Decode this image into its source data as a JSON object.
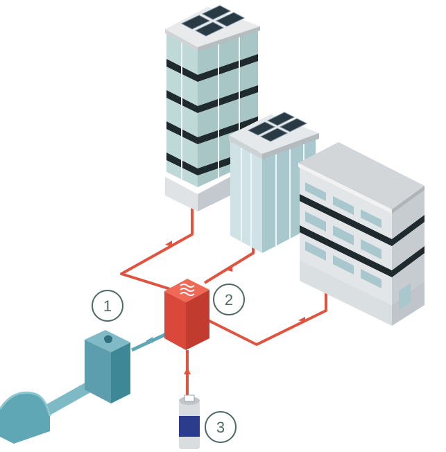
{
  "labels": {
    "one": "1",
    "two": "2",
    "three": "3"
  },
  "colors": {
    "pipe_red": "#e0533f",
    "pipe_blue": "#5fa7b5",
    "callout": "#4f6b66",
    "tower_glass": "#cfe3e3",
    "tower_band": "#1f2a2e",
    "heat_unit": "#e0533f",
    "tank": "#3e8796",
    "cylinder_band": "#2c3c8c"
  },
  "icons": {
    "heat_unit": "heat-waves-icon",
    "solar": "solar-panel-icon"
  }
}
